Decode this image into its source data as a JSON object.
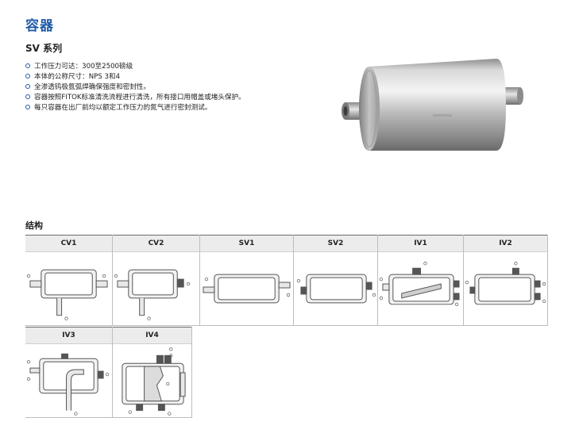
{
  "header": {
    "title": "容器",
    "subtitle": "SV 系列"
  },
  "bullets": [
    "工作压力可达：300至2500磅级",
    "本体的公称尺寸：NPS 3和4",
    "全渗透钨极氩弧焊确保强度和密封性。",
    "容器按照FITOK标准清洗流程进行清洗，所有接口用帽盖或堵头保护。",
    "每只容器在出厂前均以额定工作压力的氮气进行密封测试。"
  ],
  "structure": {
    "title": "结构",
    "types": [
      "CV1",
      "CV2",
      "SV1",
      "SV2",
      "IV1",
      "IV2",
      "IV3",
      "IV4"
    ]
  },
  "colors": {
    "accent": "#1f5aa8",
    "header_bg": "#ececec"
  }
}
